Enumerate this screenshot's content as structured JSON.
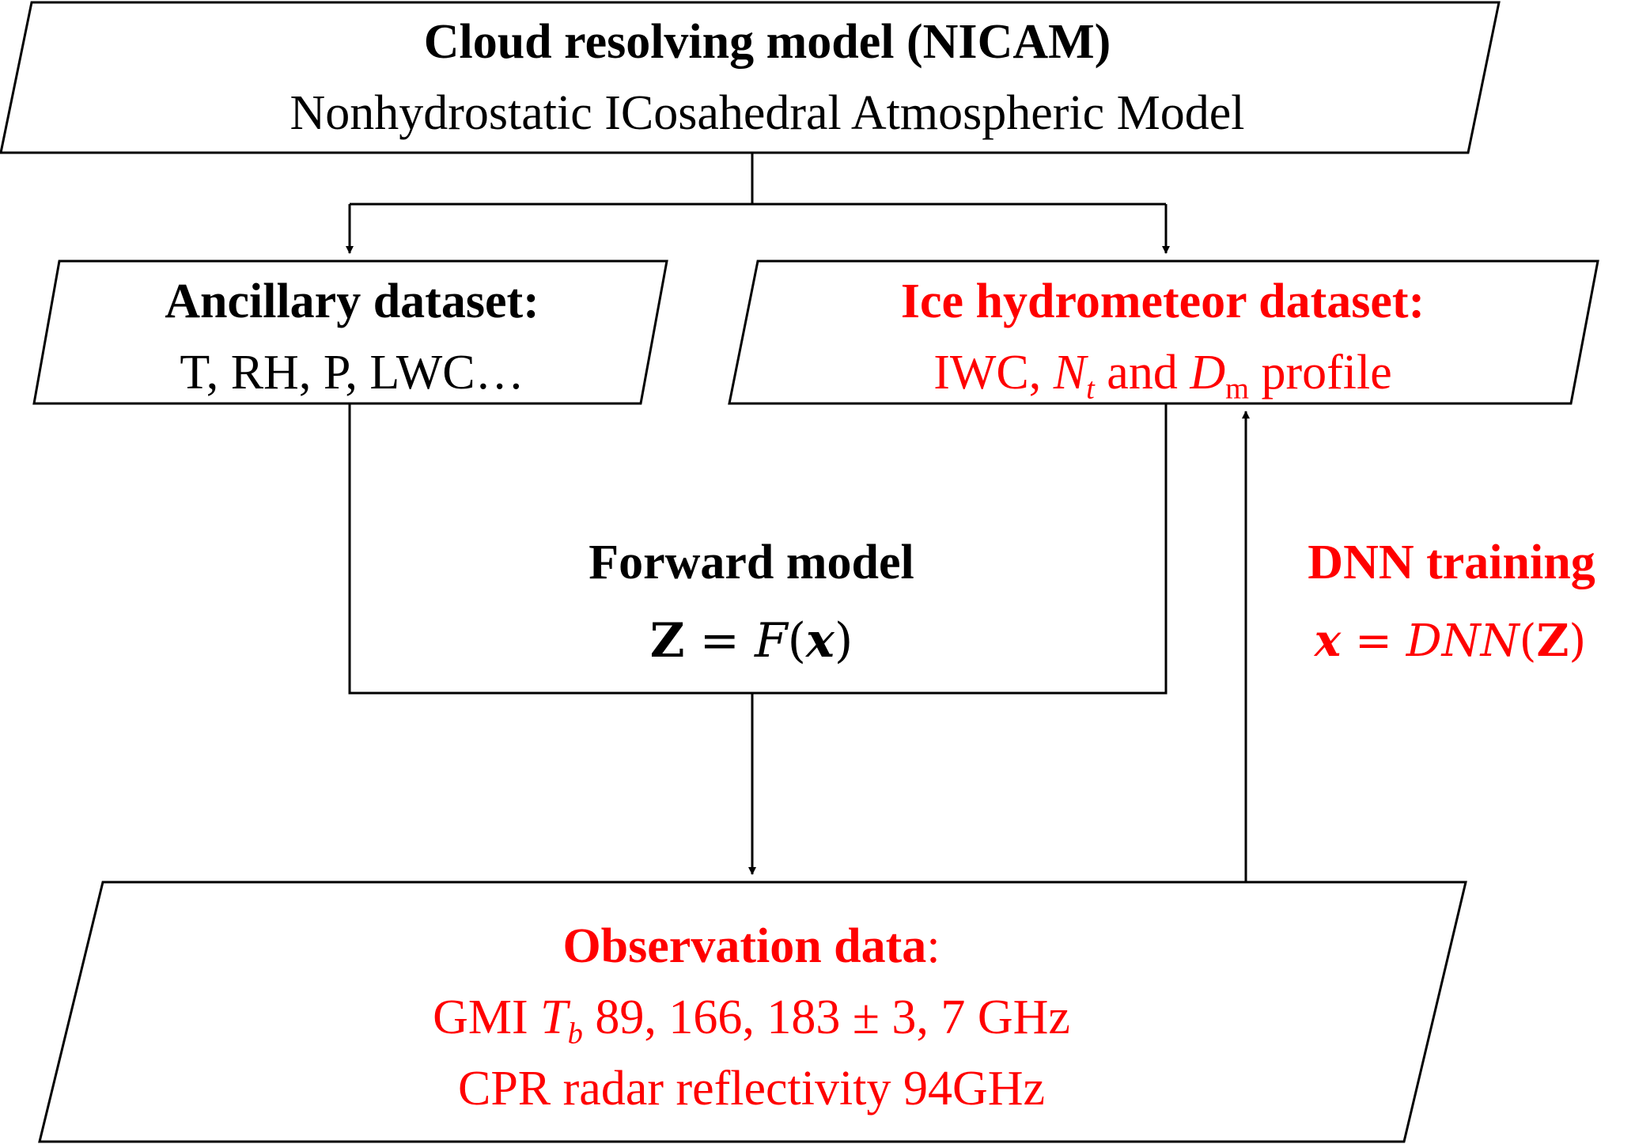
{
  "colors": {
    "stroke": "#000000",
    "red": "#ff0000",
    "black": "#000000"
  },
  "nicam": {
    "title": "Cloud resolving model (NICAM)",
    "subtitle": "Nonhydrostatic ICosahedral Atmospheric Model"
  },
  "ancillary": {
    "title": "Ancillary dataset:",
    "variables": "T, RH, P, LWC…"
  },
  "ice": {
    "title": "Ice hydrometeor dataset:",
    "profile_prefix": "IWC, ",
    "nt_symbol": "N",
    "nt_sub": "t",
    "and_text": " and ",
    "dm_symbol": "D",
    "dm_sub": "m",
    "profile_suffix": " profile"
  },
  "forward": {
    "title": "Forward model",
    "eq_lhs": "Z",
    "eq_op": " = ",
    "eq_func": "F",
    "eq_open": "(",
    "eq_arg": "x",
    "eq_close": ")"
  },
  "dnn": {
    "title": "DNN training",
    "eq_lhs": "x",
    "eq_op": " = ",
    "eq_func": "DNN",
    "eq_open": "(",
    "eq_arg": "Z",
    "eq_close": ")"
  },
  "observation": {
    "title": "Observation data",
    "colon": ":",
    "gmi_prefix": "GMI ",
    "tb_symbol": "T",
    "tb_sub": "b",
    "gmi_suffix": " 89, 166, 183 ± 3, 7 GHz",
    "cpr_line": "CPR radar reflectivity 94GHz"
  }
}
